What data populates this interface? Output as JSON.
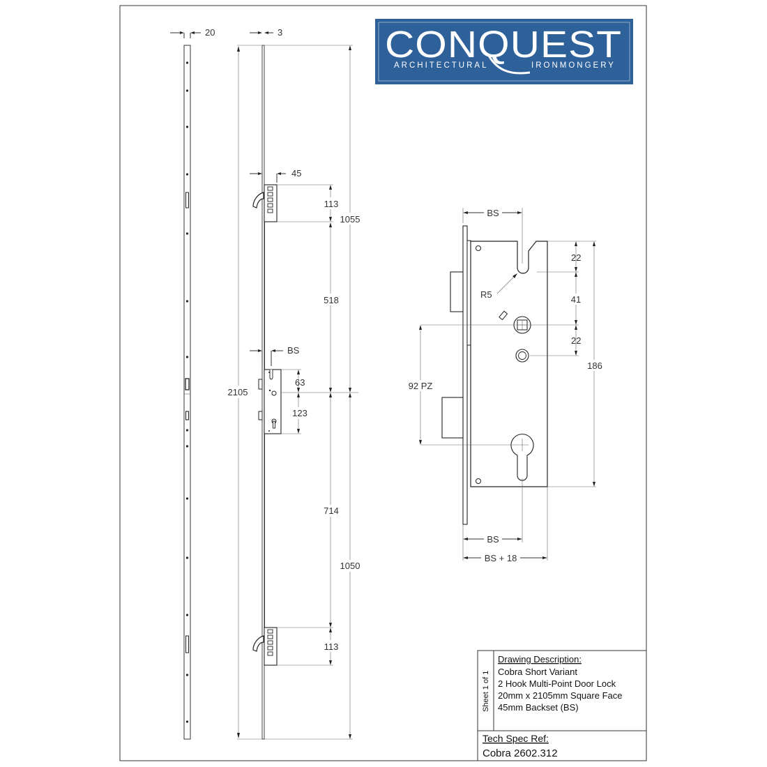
{
  "logo": {
    "brand": "CONQUEST",
    "tagline_left": "ARCHITECTURAL",
    "tagline_right": "IRONMONGERY",
    "background_color": "#2e609a",
    "text_color": "#ffffff"
  },
  "dimensions": {
    "faceplate_width": "20",
    "faceplate_thickness": "3",
    "overall_length": "2105",
    "hook_offset": "45",
    "top_hook_height": "113",
    "top_to_center": "1055",
    "top_hook_to_gearbox": "518",
    "gearbox_backset": "BS",
    "spindle_offset": "63",
    "cylinder_offset": "123",
    "gearbox_to_bottom_hook": "714",
    "center_to_bottom": "1050",
    "bottom_hook_height": "113"
  },
  "detail": {
    "backset_top": "BS",
    "radius": "R5",
    "slot_depth": "22",
    "slot_to_spindle": "41",
    "spindle_to_follower": "22",
    "case_height": "186",
    "pz_distance": "92 PZ",
    "backset_bottom": "BS",
    "backset_plus": "BS + 18"
  },
  "title_block": {
    "sheet": "Sheet 1 of 1",
    "description_heading": "Drawing Description:",
    "description_lines": [
      "Cobra Short Variant",
      "2 Hook Multi-Point Door Lock",
      "20mm x 2105mm Square Face",
      "45mm Backset (BS)"
    ],
    "spec_heading": "Tech Spec Ref:",
    "spec_ref": "Cobra 2602.312"
  }
}
